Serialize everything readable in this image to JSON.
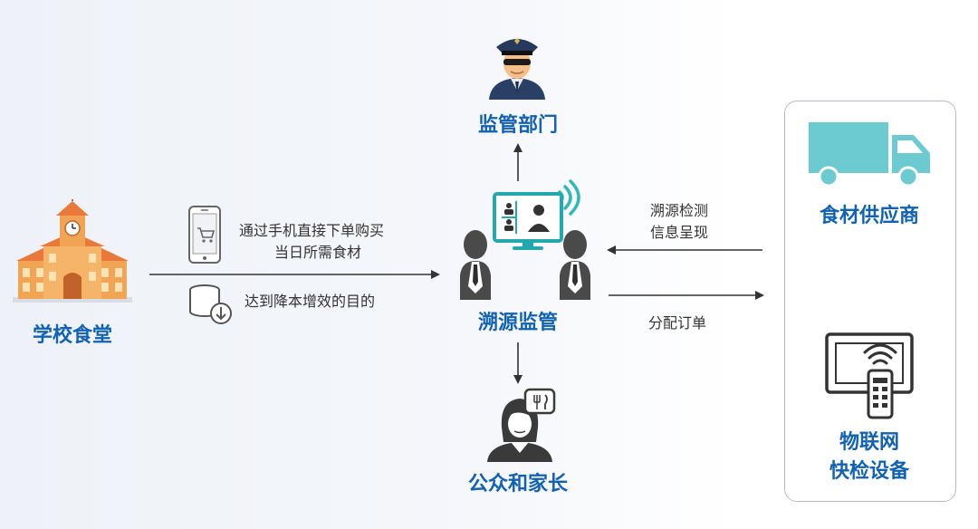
{
  "nodes": {
    "school": "学校食堂",
    "regulator": "监管部门",
    "trace": "溯源监管",
    "public": "公众和家长",
    "supplier": "食材供应商",
    "iot": [
      "物联网",
      "快检设备"
    ]
  },
  "edge_labels": {
    "order_line1": "通过手机直接下单购买",
    "order_line2": "当日所需食材",
    "goal": "达到降本增效的目的",
    "trace_info_line1": "溯源检测",
    "trace_info_line2": "信息呈现",
    "dispatch": "分配订单"
  },
  "colors": {
    "accent": "#1262b3",
    "truck": "#6ccbd1",
    "school_roof": "#e8793a",
    "school_wall": "#f2a455"
  }
}
